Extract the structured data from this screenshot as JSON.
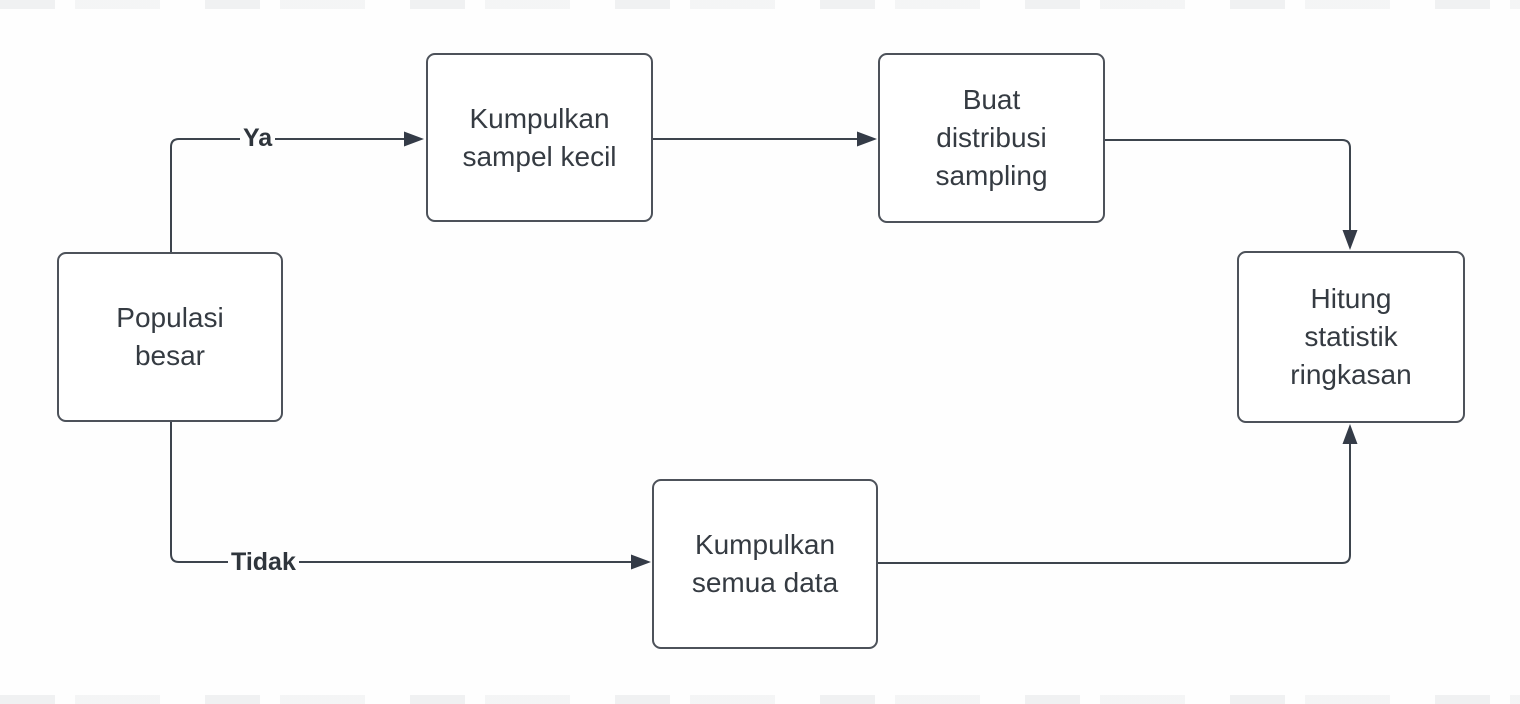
{
  "diagram": {
    "background": "#fefefe",
    "line_color": "#3d444d",
    "arrow_color": "#343b47",
    "box_border_color": "#4d525a",
    "text_color": "#353b42",
    "nodes": [
      {
        "id": "populasi-besar",
        "label": "Populasi\nbesar"
      },
      {
        "id": "kumpulkan-sampel-kecil",
        "label": "Kumpulkan\nsampel kecil"
      },
      {
        "id": "buat-distribusi-sampling",
        "label": "Buat\ndistribusi\nsampling"
      },
      {
        "id": "hitung-statistik-ringkasan",
        "label": "Hitung\nstatistik\nringkasan"
      },
      {
        "id": "kumpulkan-semua-data",
        "label": "Kumpulkan\nsemua data"
      }
    ],
    "edges": [
      {
        "from": "populasi-besar",
        "to": "kumpulkan-sampel-kecil",
        "label": "Ya"
      },
      {
        "from": "kumpulkan-sampel-kecil",
        "to": "buat-distribusi-sampling",
        "label": ""
      },
      {
        "from": "buat-distribusi-sampling",
        "to": "hitung-statistik-ringkasan",
        "label": ""
      },
      {
        "from": "populasi-besar",
        "to": "kumpulkan-semua-data",
        "label": "Tidak"
      },
      {
        "from": "kumpulkan-semua-data",
        "to": "hitung-statistik-ringkasan",
        "label": ""
      }
    ]
  }
}
